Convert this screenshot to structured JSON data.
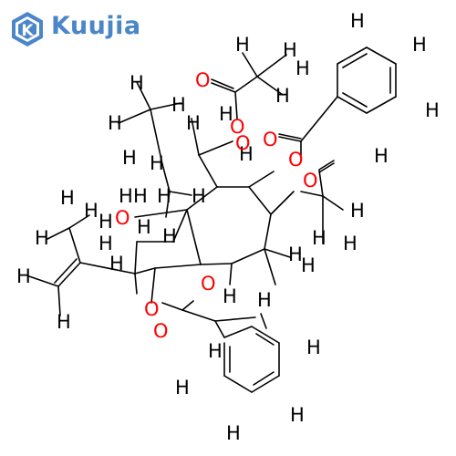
{
  "brand": {
    "name": "Kuujia",
    "badge_letter": "K",
    "color": "#4a86c8"
  },
  "molecule": {
    "bond_color": "#000000",
    "hydrogen_color": "#000000",
    "oxygen_color": "#ff0000",
    "hydrogen_label": "H",
    "oxygen_label": "O",
    "oxygen_count": 10
  }
}
